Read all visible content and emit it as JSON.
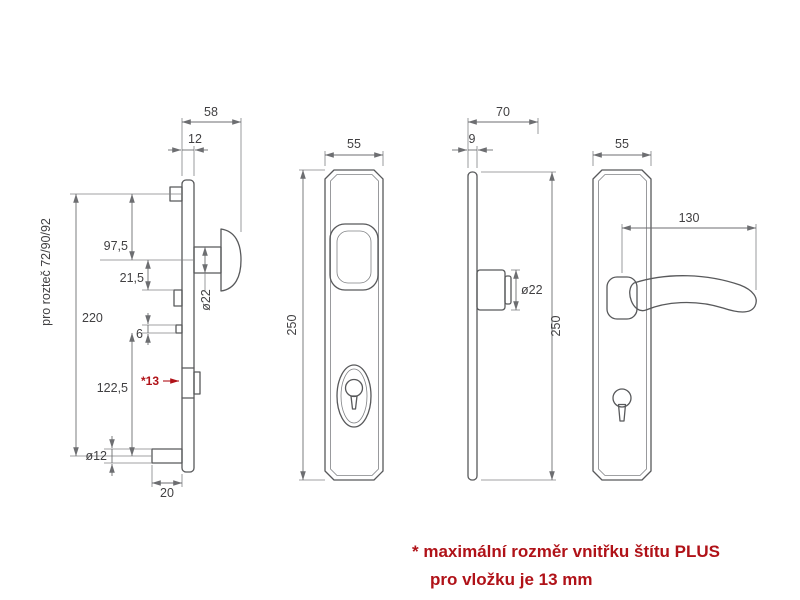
{
  "drawing": {
    "accent_red": "#b01218",
    "line_gray": "#58595b"
  },
  "left_view": {
    "rotated_label": "pro rozteč 72/90/92",
    "d58": "58",
    "d12": "12",
    "d97_5": "97,5",
    "d21_5": "21,5",
    "d220": "220",
    "d6": "6",
    "d122_5": "122,5",
    "d_o22": "ø22",
    "d_o12": "ø12",
    "d20": "20",
    "note13": "*13"
  },
  "knob_view": {
    "d55": "55",
    "d250": "250"
  },
  "slim_view": {
    "d70": "70",
    "d9": "9",
    "d_o22": "ø22",
    "d250": "250"
  },
  "lever_view": {
    "d55": "55",
    "d130": "130"
  },
  "footnote": {
    "line1": "* maximální rozměr vnitřku štítu PLUS",
    "line2": "pro vložku je 13 mm"
  }
}
